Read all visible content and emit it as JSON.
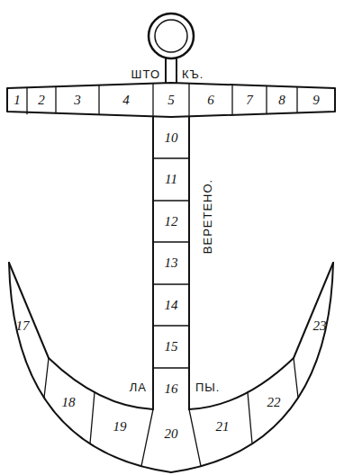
{
  "diagram": {
    "labels": [
      "ШТО",
      "КЪ.",
      "1",
      "2",
      "3",
      "4",
      "5",
      "6",
      "7",
      "8",
      "9",
      "10",
      "11",
      "12",
      "13",
      "14",
      "15",
      "16",
      "17",
      "18",
      "19",
      "20",
      "21",
      "22",
      "23",
      "ВЕРЕТЕНО.",
      "ЛА",
      "ПЫ."
    ]
  }
}
